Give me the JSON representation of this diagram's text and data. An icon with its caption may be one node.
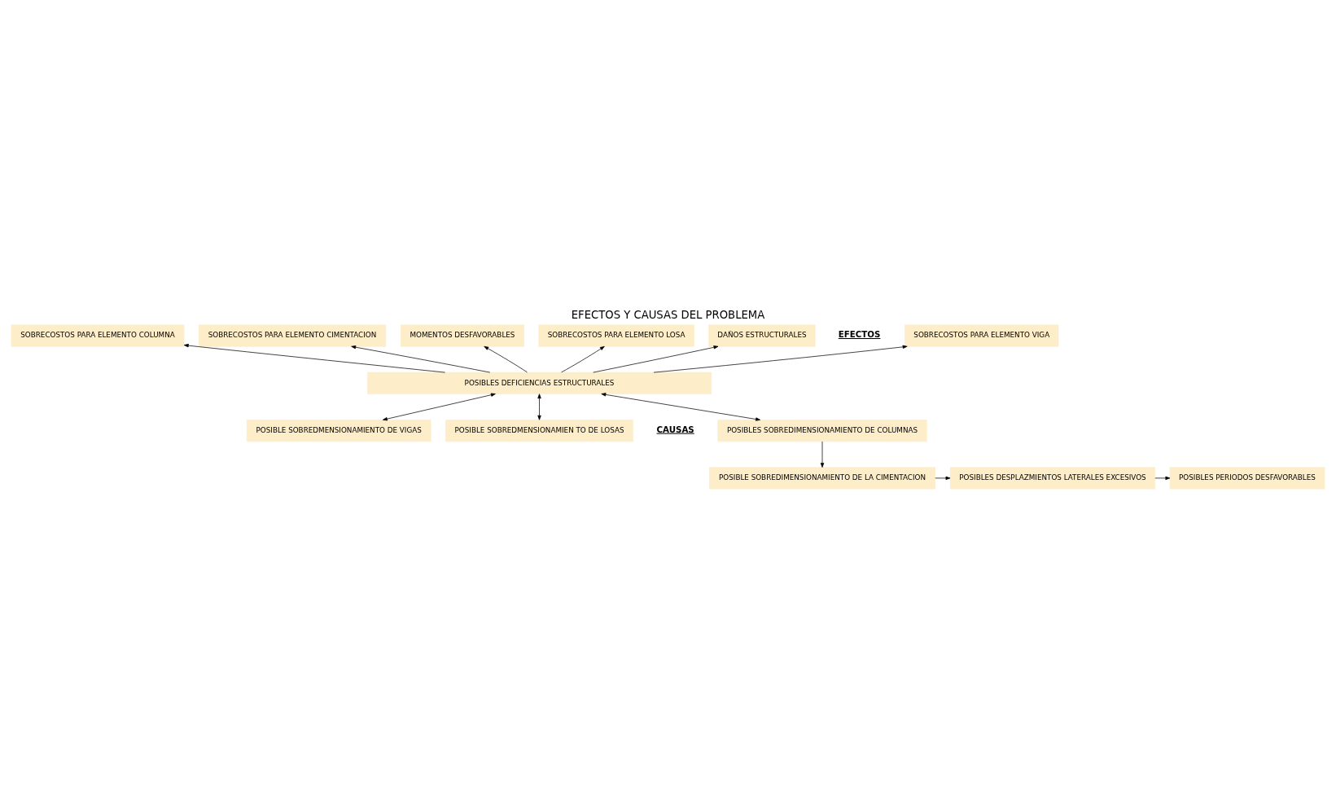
{
  "diagram": {
    "title": "EFECTOS Y CAUSAS DEL PROBLEMA",
    "nodes": [
      {
        "text": [
          "SOBRECOSTOS PARA ELEMENTO VIGA"
        ]
      },
      {
        "text": [
          "SOBRECOSTOS PARA ELEMENTO COLUMNA"
        ]
      },
      {
        "text": [
          "SOBRECOSTOS PARA ELEMENTO CIMENTACION"
        ]
      },
      {
        "text": [
          "MOMENTOS DESFAVORABLES"
        ]
      },
      {
        "text": [
          "SOBRECOSTOS PARA ELEMENTO LOSA"
        ]
      },
      {
        "text": [
          "DAÑOS ESTRUCTURALES"
        ]
      },
      {
        "text": [
          "POSIBLES DEFICIENCIAS ESTRUCTURALES"
        ]
      },
      {
        "text": [
          "POSIBLES SOBREDIMENSIONAMIENTO DE COLUMNAS"
        ]
      },
      {
        "text": [
          "POSIBLE SOBREDMENSIONAMIENTO DE VIGAS"
        ]
      },
      {
        "text": [
          "POSIBLE SOBREDMENSIONAMIEN TO DE LOSAS"
        ]
      },
      {
        "text": [
          "POSIBLE SOBREDIMENSIONAMIENTO DE LA CIMENTACION"
        ]
      },
      {
        "text": [
          "POSIBLES DESPLAZMIENTOS LATERALES EXCESIVOS"
        ]
      },
      {
        "text": [
          "POSIBLES PERIODOS DESFAVORABLES"
        ]
      }
    ],
    "edges": [
      {
        "from": 6,
        "to": 0,
        "arrow": "to"
      },
      {
        "from": 6,
        "to": 1,
        "arrow": "to"
      },
      {
        "from": 6,
        "to": 2,
        "arrow": "to"
      },
      {
        "from": 6,
        "to": 3,
        "arrow": "to"
      },
      {
        "from": 6,
        "to": 4,
        "arrow": "to"
      },
      {
        "from": 6,
        "to": 5,
        "arrow": "to"
      },
      {
        "from": 6,
        "to": 7,
        "arrow": "both"
      },
      {
        "from": 6,
        "to": 8,
        "arrow": "both"
      },
      {
        "from": 6,
        "to": 9,
        "arrow": "both"
      },
      {
        "from": 7,
        "to": 10,
        "arrow": "to"
      },
      {
        "from": 10,
        "to": 11,
        "arrow": "to"
      },
      {
        "from": 11,
        "to": 12,
        "arrow": "to"
      }
    ],
    "labels": [
      "EFECTOS",
      "CAUSAS"
    ]
  }
}
